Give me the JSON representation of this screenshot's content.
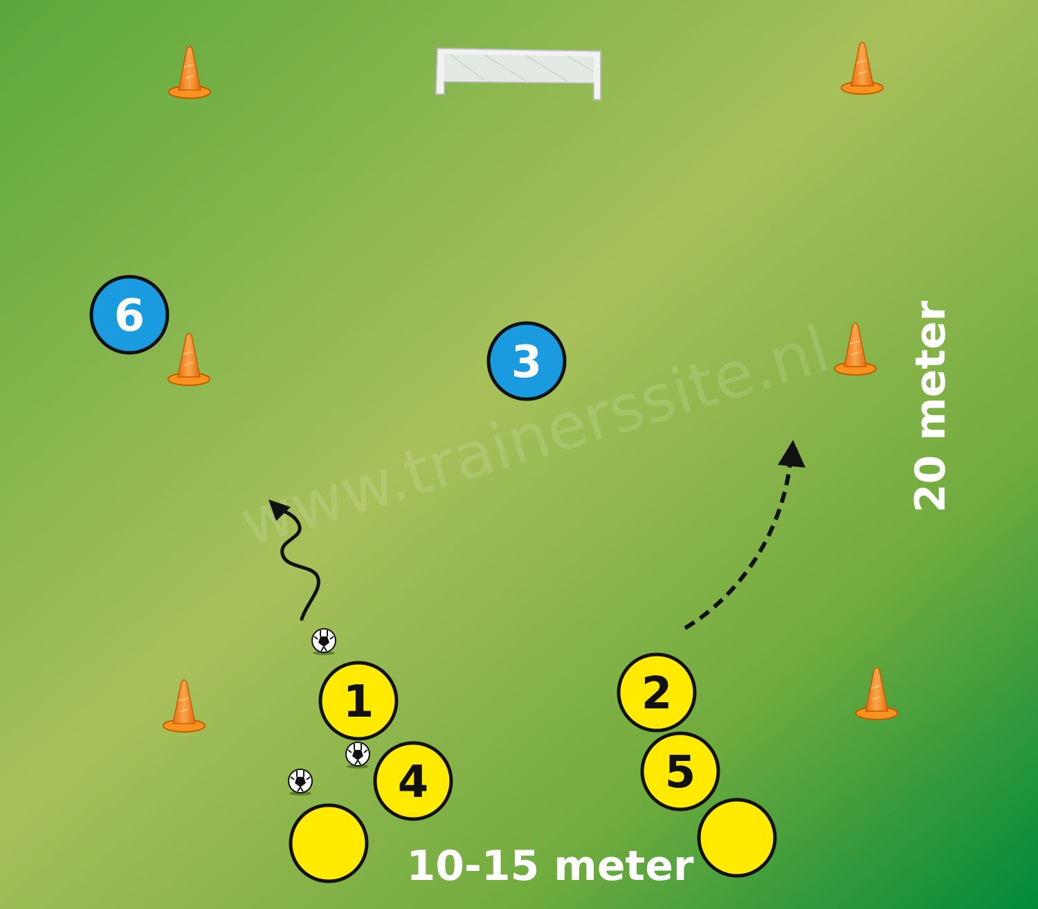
{
  "watermark": "www.trainerssite.nl",
  "labels": {
    "width": "10-15 meter",
    "length": "20 meter"
  },
  "players": [
    {
      "id": "p6",
      "number": "6",
      "team": "blue"
    },
    {
      "id": "p3",
      "number": "3",
      "team": "blue"
    },
    {
      "id": "p1",
      "number": "1",
      "team": "yellow"
    },
    {
      "id": "p2",
      "number": "2",
      "team": "yellow"
    },
    {
      "id": "p4",
      "number": "4",
      "team": "yellow"
    },
    {
      "id": "p5",
      "number": "5",
      "team": "yellow"
    },
    {
      "id": "p7",
      "number": "",
      "team": "yellow"
    },
    {
      "id": "p8",
      "number": "",
      "team": "yellow"
    }
  ],
  "colors": {
    "blue_player": "#1a9be0",
    "yellow_player": "#ffea00",
    "cone": "#f7931e",
    "field_light": "#a8c05a",
    "field_dark": "#008a3a"
  },
  "icons": [
    "goal-icon",
    "cone-icon",
    "ball-icon",
    "dribble-arrow-icon",
    "run-arrow-icon"
  ]
}
